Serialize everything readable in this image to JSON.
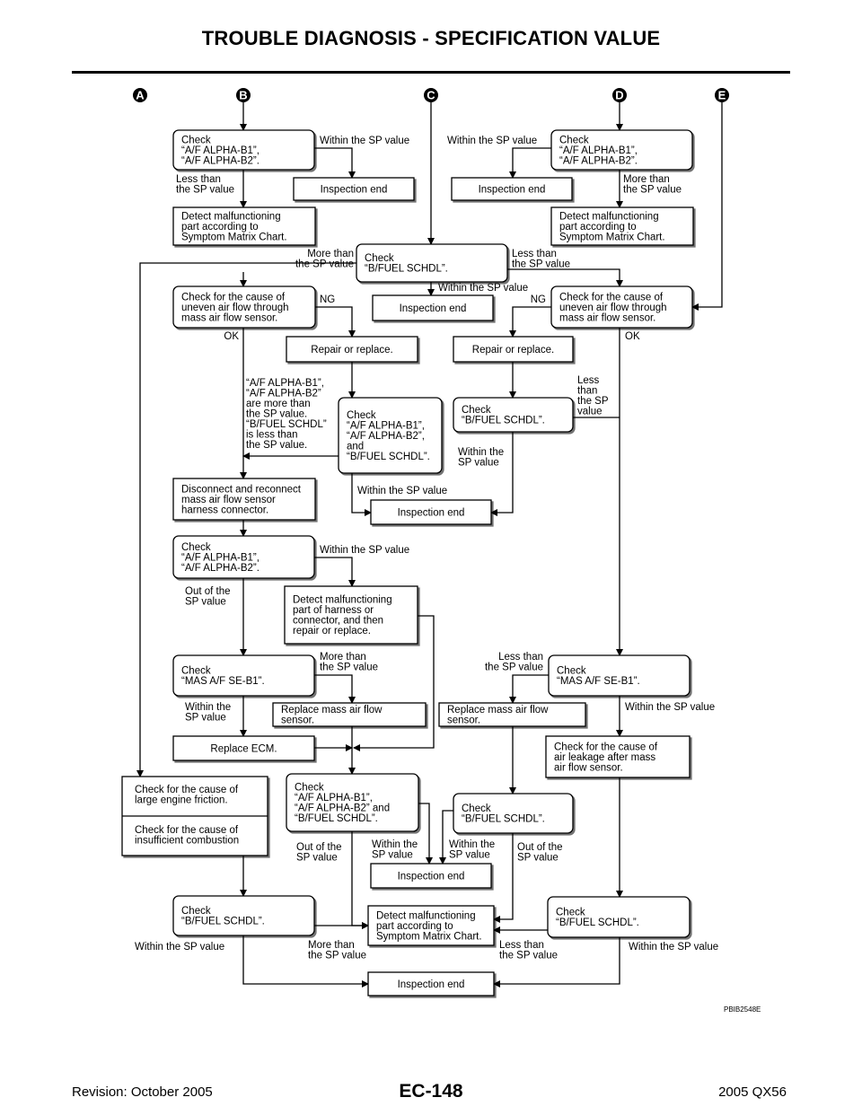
{
  "page": {
    "title": "TROUBLE DIAGNOSIS - SPECIFICATION VALUE",
    "page_number": "EC-148",
    "revision": "Revision: October 2005",
    "model": "2005 QX56",
    "figure_id": "PBIB2548E"
  },
  "connectors": [
    "A",
    "B",
    "C",
    "D",
    "E"
  ],
  "boxes": {
    "b_check_ab": [
      "Check",
      "“A/F ALPHA-B1”,",
      "“A/F ALPHA-B2”."
    ],
    "b_insp1": [
      "Inspection end"
    ],
    "b_detect1": [
      "Detect malfunctioning",
      "part according to",
      "Symptom Matrix Chart."
    ],
    "d_check_ab": [
      "Check",
      "“A/F ALPHA-B1”,",
      "“A/F ALPHA-B2”."
    ],
    "d_insp1": [
      "Inspection end"
    ],
    "d_detect1": [
      "Detect malfunctioning",
      "part according to",
      "Symptom Matrix Chart."
    ],
    "c_check_fuel": [
      "Check",
      "“B/FUEL SCHDL”."
    ],
    "c_insp": [
      "Inspection end"
    ],
    "l_air": [
      "Check for the cause of",
      "uneven air flow through",
      "mass air flow sensor."
    ],
    "r_air": [
      "Check for the cause of",
      "uneven air flow through",
      "mass air flow sensor."
    ],
    "l_repair": [
      "Repair or replace."
    ],
    "r_repair": [
      "Repair or replace."
    ],
    "l_check_all": [
      "Check",
      "“A/F ALPHA-B1”,",
      "“A/F ALPHA-B2”,",
      "and",
      "“B/FUEL SCHDL”."
    ],
    "r_check_fuel": [
      "Check",
      "“B/FUEL SCHDL”."
    ],
    "disconnect": [
      "Disconnect and reconnect",
      "mass air flow sensor",
      "harness connector."
    ],
    "mid_insp": [
      "Inspection end"
    ],
    "l_check_ab2": [
      "Check",
      "“A/F ALPHA-B1”,",
      "“A/F ALPHA-B2”."
    ],
    "detect_harness": [
      "Detect malfunctioning",
      "part of harness or",
      "connector, and then",
      "repair or replace."
    ],
    "l_check_mas": [
      "Check",
      "“MAS A/F SE-B1”."
    ],
    "r_check_mas": [
      "Check",
      "“MAS A/F SE-B1”."
    ],
    "l_replace_maf": [
      "Replace mass air flow",
      "sensor."
    ],
    "r_replace_maf": [
      "Replace mass air flow",
      "sensor."
    ],
    "replace_ecm": [
      "Replace ECM."
    ],
    "leakage": [
      "Check for the cause of",
      "air leakage after mass",
      "air flow sensor."
    ],
    "friction": [
      "Check for the cause of",
      "large engine friction."
    ],
    "combustion": [
      "Check for the cause of",
      "insufficient combustion"
    ],
    "l_check_all2": [
      "Check",
      "“A/F ALPHA-B1”,",
      "“A/F ALPHA-B2” and",
      "“B/FUEL SCHDL”."
    ],
    "r_check_fuel2": [
      "Check",
      "“B/FUEL SCHDL”."
    ],
    "insp_lower": [
      "Inspection end"
    ],
    "l_check_fuel3": [
      "Check",
      "“B/FUEL SCHDL”."
    ],
    "r_check_fuel3": [
      "Check",
      "“B/FUEL SCHDL”."
    ],
    "detect_final": [
      "Detect malfunctioning",
      "part  according to",
      "Symptom Matrix Chart."
    ],
    "insp_final": [
      "Inspection end"
    ]
  },
  "labels": {
    "lb_within_1": [
      "Within the SP value"
    ],
    "lb_less_1": [
      "Less than",
      "the SP value"
    ],
    "lb_within_d": [
      "Within the SP value"
    ],
    "lb_more_d": [
      "More than",
      "the SP value"
    ],
    "lb_more_c": [
      "More than",
      "the SP value"
    ],
    "lb_less_c": [
      "Less than",
      "the SP value"
    ],
    "lb_within_c": [
      "Within the SP value"
    ],
    "lb_ng_l": [
      "NG"
    ],
    "lb_ng_r": [
      "NG"
    ],
    "lb_ok_l": [
      "OK"
    ],
    "lb_ok_r": [
      "OK"
    ],
    "lb_cond_l": [
      "“A/F ALPHA-B1”,",
      "“A/F ALPHA-B2”",
      "are more than",
      "the SP value.",
      "“B/FUEL SCHDL”",
      "is less than",
      "the SP value."
    ],
    "lb_less_r": [
      "Less",
      "than",
      "the SP",
      "value"
    ],
    "lb_within_r2": [
      "Within the",
      "SP value"
    ],
    "lb_within_mid": [
      "Within the SP value"
    ],
    "lb_within_ab2": [
      "Within the SP value"
    ],
    "lb_out_ab2": [
      "Out of the",
      "SP value"
    ],
    "lb_more_mas": [
      "More than",
      "the SP value"
    ],
    "lb_within_mas": [
      "Within the",
      "SP value"
    ],
    "lb_less_mas_r": [
      "Less than",
      "the SP value"
    ],
    "lb_within_mas_r": [
      "Within the SP value"
    ],
    "lb_out_l2": [
      "Out of the",
      "SP value"
    ],
    "lb_within_l2": [
      "Within the",
      "SP value"
    ],
    "lb_within_r4": [
      "Within the",
      "SP value"
    ],
    "lb_out_r4": [
      "Out of the",
      "SP value"
    ],
    "lb_within_bl": [
      "Within the SP value"
    ],
    "lb_more_bl": [
      "More than",
      "the SP value"
    ],
    "lb_less_br": [
      "Less than",
      "the SP value"
    ],
    "lb_within_br": [
      "Within the SP value"
    ]
  }
}
